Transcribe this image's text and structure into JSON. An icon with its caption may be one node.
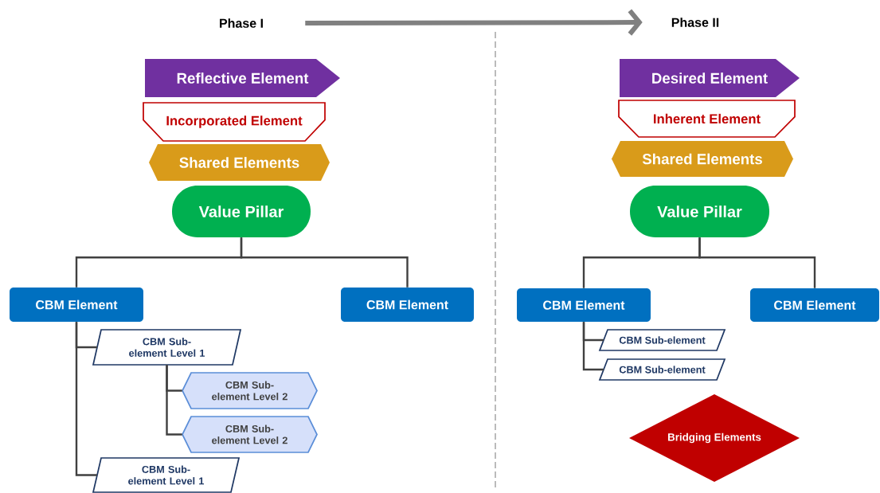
{
  "diagram": {
    "nodes": [
      {
        "text": [
          "Phase I"
        ]
      },
      {
        "text": [
          "Phase II"
        ]
      },
      {
        "text": [
          "Reflective Element"
        ]
      },
      {
        "text": [
          "Incorporated Element"
        ]
      },
      {
        "text": [
          "Shared Elements"
        ]
      },
      {
        "text": [
          "Value Pillar"
        ]
      },
      {
        "text": [
          "CBM Element"
        ]
      },
      {
        "text": [
          "CBM Element"
        ]
      },
      {
        "text": [
          "CBM Sub-element Level 1"
        ]
      },
      {
        "text": [
          "CBM Sub-element Level 2"
        ]
      },
      {
        "text": [
          "CBM Sub-element Level 2"
        ]
      },
      {
        "text": [
          "CBM Sub-element Level 1"
        ]
      },
      {
        "text": [
          "Desired Element"
        ]
      },
      {
        "text": [
          "Inherent Element"
        ]
      },
      {
        "text": [
          "Shared Elements"
        ]
      },
      {
        "text": [
          "Value Pillar"
        ]
      },
      {
        "text": [
          "CBM Element"
        ]
      },
      {
        "text": [
          "CBM Element"
        ]
      },
      {
        "text": [
          "CBM Sub-element"
        ]
      },
      {
        "text": [
          "CBM Sub-element"
        ]
      },
      {
        "text": [
          "Bridging Elements"
        ]
      }
    ],
    "edges": [
      {
        "from": 0,
        "to": 1,
        "arrow": "to",
        "style": "thick",
        "color": "#808080"
      },
      {
        "from": 5,
        "to": 6,
        "arrow": "none"
      },
      {
        "from": 5,
        "to": 7,
        "arrow": "none"
      },
      {
        "from": 6,
        "to": 8,
        "arrow": "none"
      },
      {
        "from": 6,
        "to": 11,
        "arrow": "none"
      },
      {
        "from": 8,
        "to": 9,
        "arrow": "none"
      },
      {
        "from": 8,
        "to": 10,
        "arrow": "none"
      },
      {
        "from": 15,
        "to": 16,
        "arrow": "none"
      },
      {
        "from": 15,
        "to": 17,
        "arrow": "none"
      },
      {
        "from": 16,
        "to": 18,
        "arrow": "none"
      },
      {
        "from": 16,
        "to": 19,
        "arrow": "none"
      }
    ]
  }
}
